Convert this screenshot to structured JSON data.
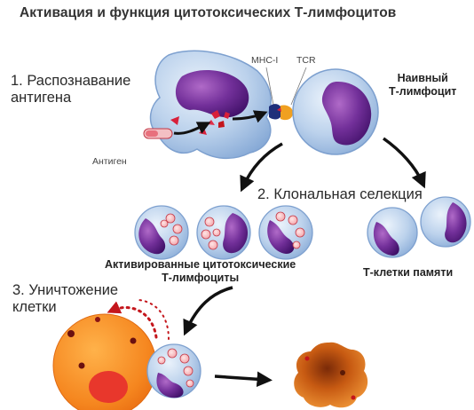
{
  "diagram": {
    "title": "Активация и функция цитотоксических Т-лимфоцитов",
    "steps": {
      "recognition": [
        "1. Распознавание",
        "антигена"
      ],
      "selection": "2. Клональная селекция",
      "destruction": [
        "3. Уничтожение",
        "клетки"
      ]
    },
    "labels": {
      "mhc": "MHC-I",
      "tcr": "TCR",
      "antigen": "Антиген",
      "naive": [
        "Наивный",
        "Т-лимфоцит"
      ],
      "activated": [
        "Активированные цитотоксические",
        "Т-лимфоциты"
      ],
      "memory": "Т-клетки памяти"
    },
    "colors": {
      "cell_fill": "#b9cfe9",
      "cell_edge": "#6f95c8",
      "nucleus": "#6a2a8c",
      "nucleus_dark": "#4a1470",
      "antigen_red": "#d8203a",
      "target_orange": "#f28a24",
      "target_red": "#e8372c",
      "dying_cell": "#c85a12",
      "arrow": "#111111"
    }
  }
}
